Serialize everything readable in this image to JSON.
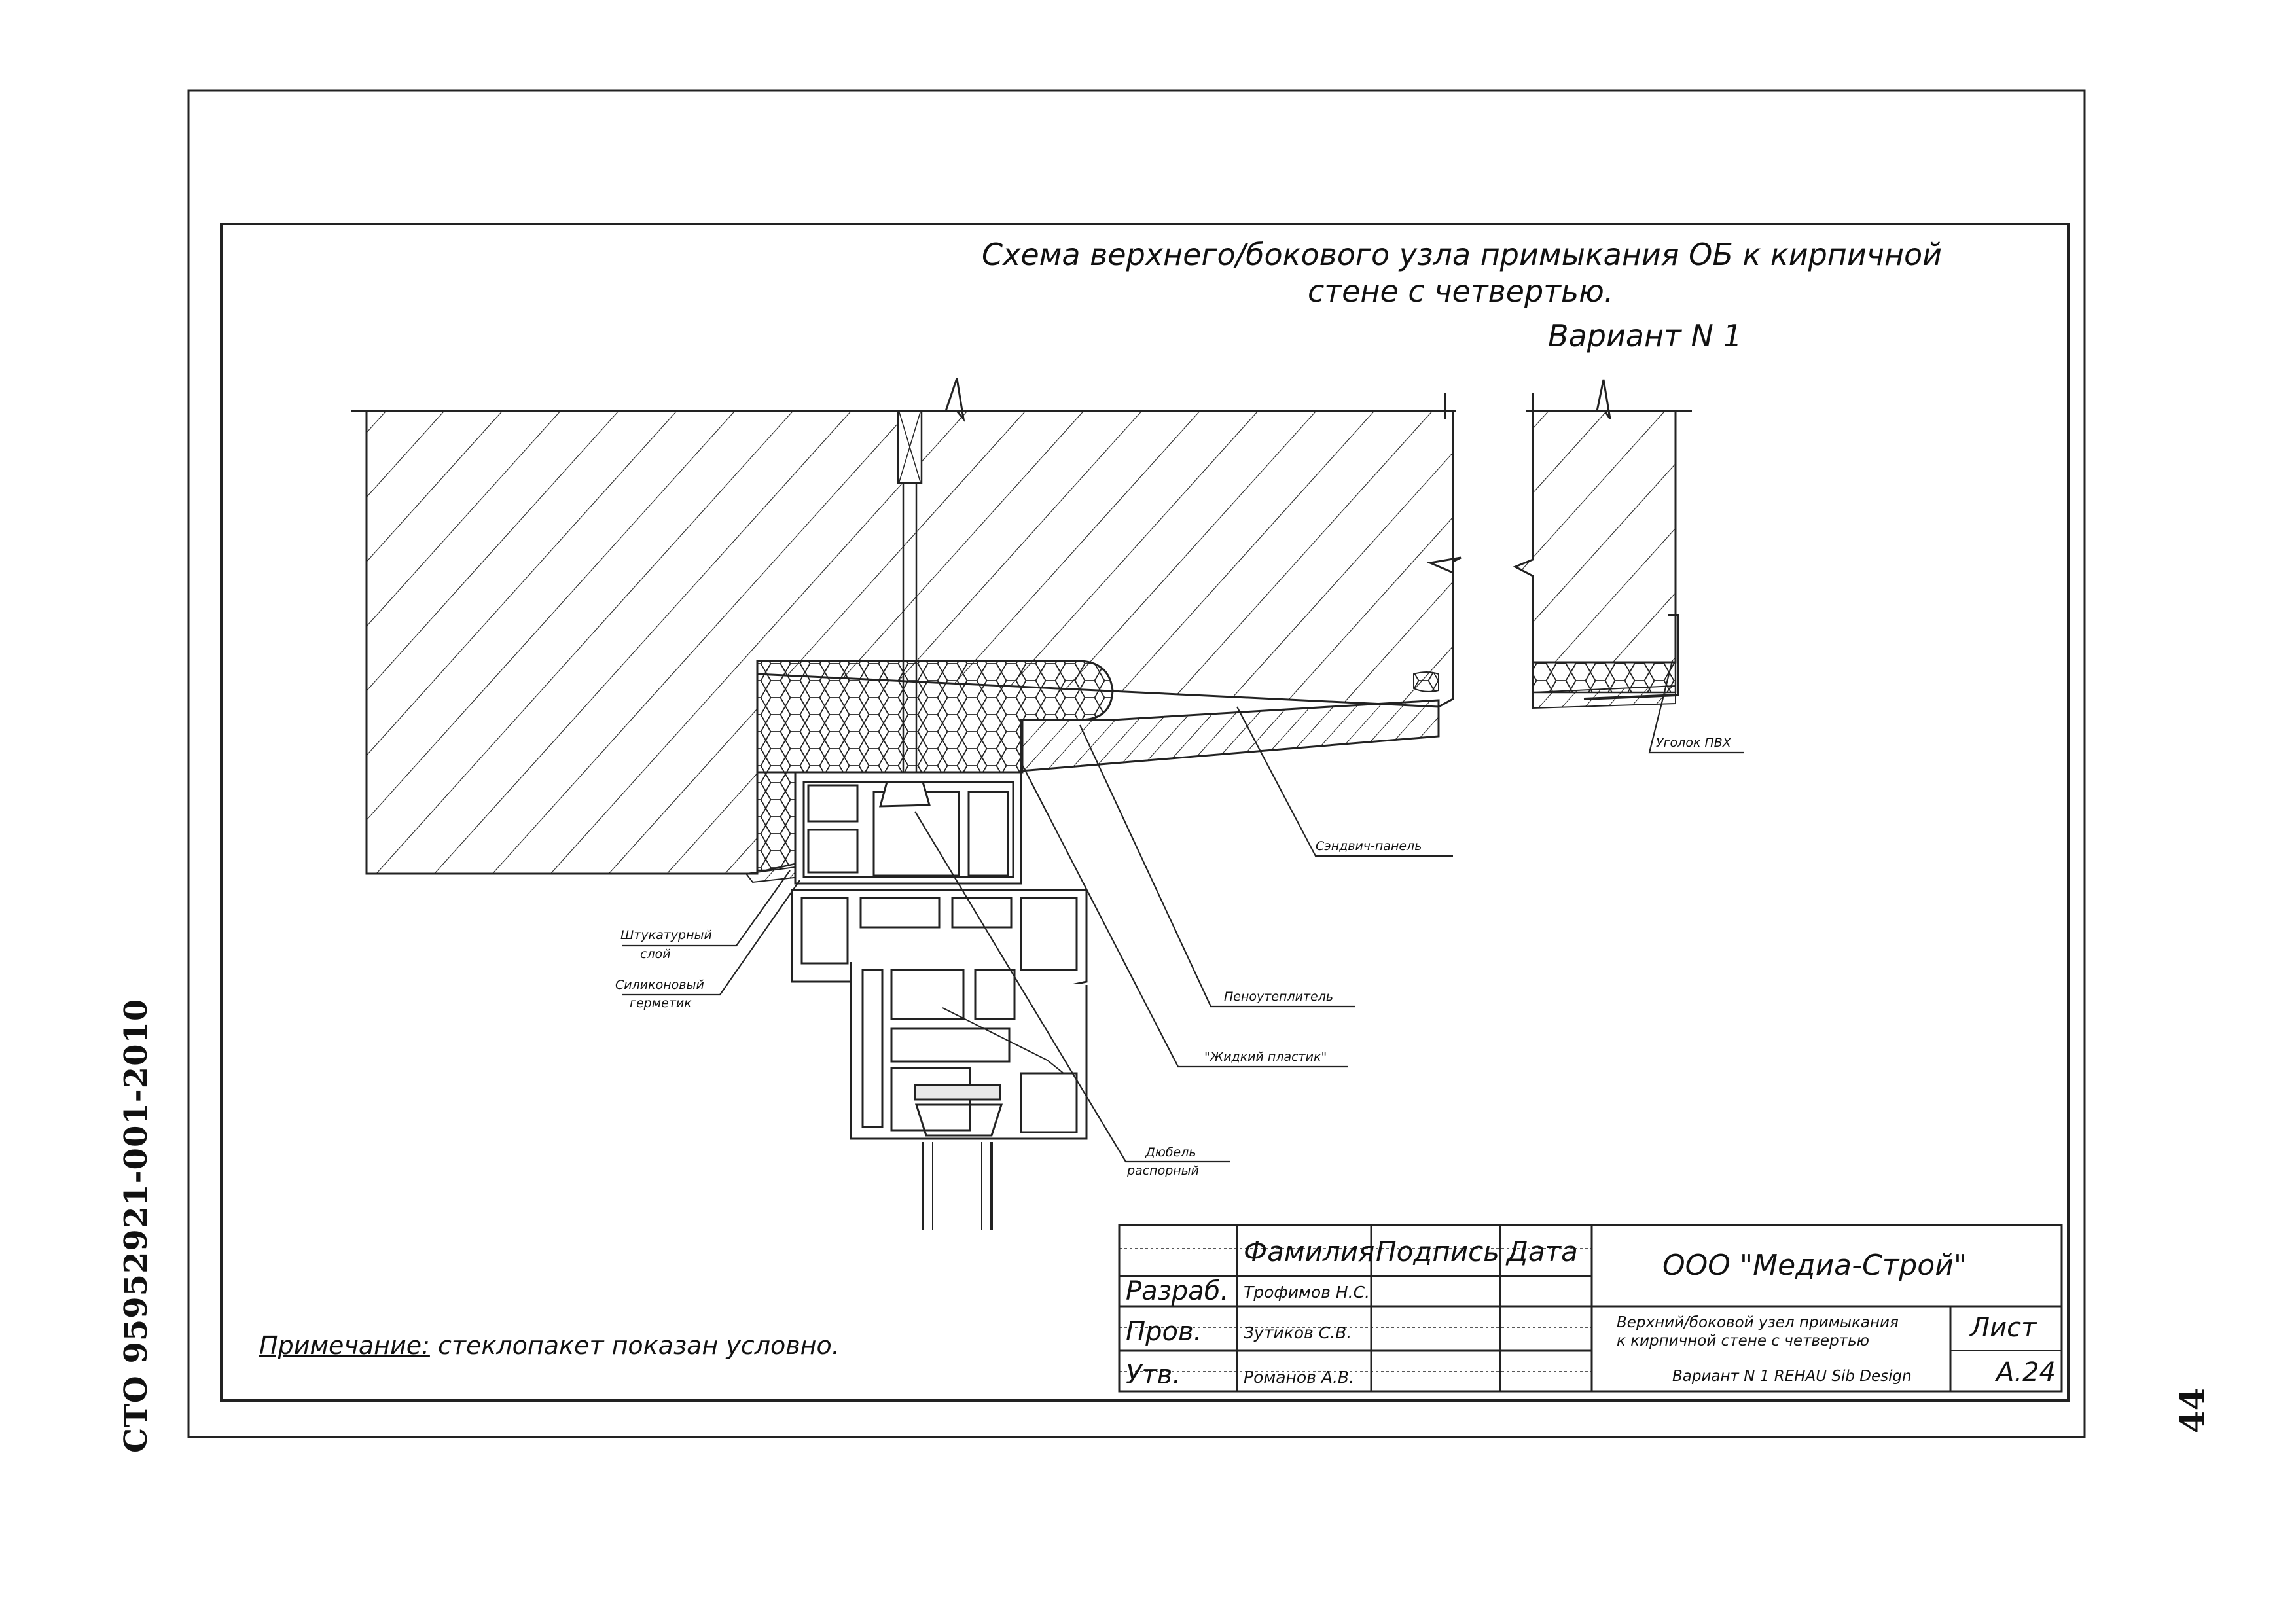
{
  "doc_code": "СТО 95952921-001-2010",
  "page_number": "44",
  "drawing": {
    "title_line1": "Схема верхнего/бокового узла примыкания ОБ к кирпичной",
    "title_line2": "стене с четвертью.",
    "variant": "Вариант N 1"
  },
  "callouts": {
    "pvc_angle": "Уголок ПВХ",
    "sandwich_panel": "Сэндвич-панель",
    "plaster_1": "Штукатурный",
    "plaster_2": "слой",
    "silicone_1": "Силиконовый",
    "silicone_2": "герметик",
    "foam": "Пеноутеплитель",
    "liquid_plastic": "\"Жидкий пластик\"",
    "dowel_1": "Дюбель",
    "dowel_2": "распорный"
  },
  "note": {
    "label": "Примечание:",
    "text": "стеклопакет показан условно."
  },
  "title_block": {
    "col_surname": "Фамилия",
    "col_signature": "Подпись",
    "col_date": "Дата",
    "company": "ООО \"Медиа-Строй\"",
    "rows": [
      {
        "role": "Разраб.",
        "name": "Трофимов Н.С."
      },
      {
        "role": "Пров.",
        "name": "Зутиков С.В."
      },
      {
        "role": "Утв.",
        "name": "Романов А.В."
      }
    ],
    "desc_line1": "Верхний/боковой узел примыкания",
    "desc_line2": "к кирпичной стене с четвертью",
    "desc_line3": "Вариант N 1 REHAU Sib Design",
    "sheet_label": "Лист",
    "sheet_value": "А.24"
  }
}
